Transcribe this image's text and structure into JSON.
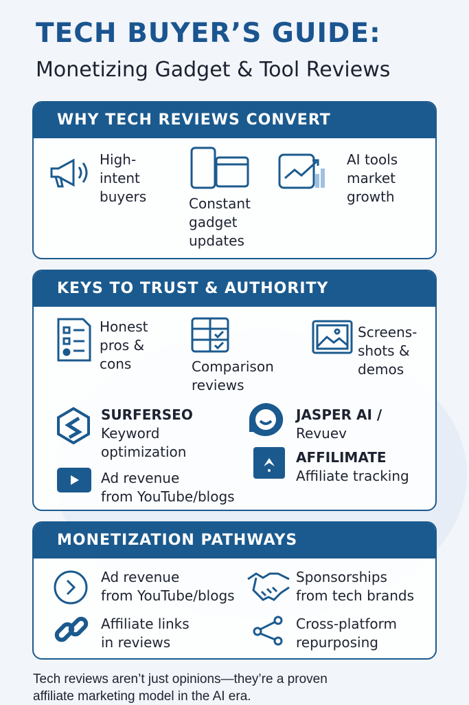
{
  "header": {
    "title": "TECH BUYER’S GUIDE:",
    "subtitle": "Monetizing Gadget & Tool Reviews"
  },
  "sections": [
    {
      "title": "WHY TECH REVIEWS CONVERT",
      "items": [
        {
          "icon": "megaphone-icon",
          "label": "High-\nintent\nbuyers"
        },
        {
          "icon": "devices-icon",
          "label": "Constant\ngadget\nupdates"
        },
        {
          "icon": "growth-chart-icon",
          "label": "AI tools\nmarket\ngrowth"
        }
      ]
    },
    {
      "title": "KEYS TO TRUST & AUTHORITY",
      "items": [
        {
          "icon": "checklist-icon",
          "label": "Honest\npros &\ncons"
        },
        {
          "icon": "comparison-table-icon",
          "label": "Comparison\nreviews"
        },
        {
          "icon": "image-icon",
          "label": "Screens-\nshots &\ndemos"
        }
      ],
      "tools": [
        {
          "icon": "surferseo-logo-icon",
          "name": "SURFERSEO",
          "desc": "Keyword\noptimization"
        },
        {
          "icon": "jasper-logo-icon",
          "name": "JASPER AI /",
          "desc": "Revuev"
        },
        {
          "icon": "play-icon",
          "name": "",
          "desc": "Ad revenue\nfrom YouTube/blogs"
        },
        {
          "icon": "affilimate-logo-icon",
          "name": "AFFILIMATE",
          "desc": "Affiliate tracking"
        }
      ]
    },
    {
      "title": "MONETIZATION PATHWAYS",
      "items": [
        {
          "icon": "chevron-circle-icon",
          "label": "Ad revenue\nfrom YouTube/blogs"
        },
        {
          "icon": "handshake-icon",
          "label": "Sponsorships\nfrom tech brands"
        },
        {
          "icon": "link-icon",
          "label": "Affiliate links\nin reviews"
        },
        {
          "icon": "share-icon",
          "label": "Cross-platform\nrepurposing"
        }
      ]
    }
  ],
  "footer": "Tech reviews aren’t just opinions—they’re a proven\naffiliate marketing model in the AI era.",
  "colors": {
    "primary": "#1b5a8e",
    "title": "#1a5590"
  }
}
